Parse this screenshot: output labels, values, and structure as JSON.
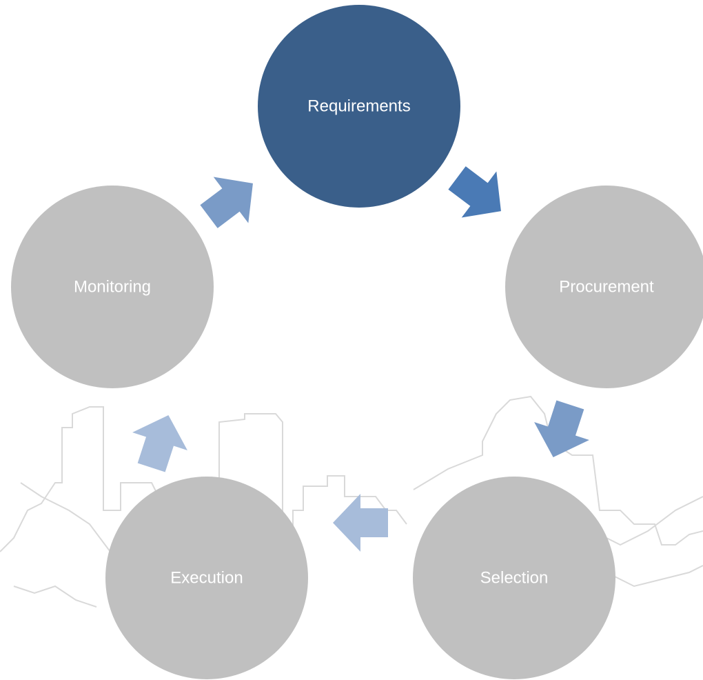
{
  "diagram": {
    "type": "cycle",
    "colors": {
      "active_node": "#3A5F8A",
      "inactive_node": "#C0C0C0",
      "label": "#FFFFFF",
      "arrow_dark": "#4A7AB5",
      "arrow_medium": "#7A9BC7",
      "arrow_light": "#A7BCDA",
      "skyline": "#D9D9D9"
    },
    "nodes": [
      {
        "id": "requirements",
        "label": "Requirements",
        "state": "active"
      },
      {
        "id": "procurement",
        "label": "Procurement",
        "state": "inactive"
      },
      {
        "id": "selection",
        "label": "Selection",
        "state": "inactive"
      },
      {
        "id": "execution",
        "label": "Execution",
        "state": "inactive"
      },
      {
        "id": "monitoring",
        "label": "Monitoring",
        "state": "inactive"
      }
    ],
    "arrows": [
      {
        "from": "requirements",
        "to": "procurement",
        "icon": "arrow-right-down-icon"
      },
      {
        "from": "procurement",
        "to": "selection",
        "icon": "arrow-down-icon"
      },
      {
        "from": "selection",
        "to": "execution",
        "icon": "arrow-left-icon"
      },
      {
        "from": "execution",
        "to": "monitoring",
        "icon": "arrow-up-icon"
      },
      {
        "from": "monitoring",
        "to": "requirements",
        "icon": "arrow-up-right-icon"
      }
    ],
    "background_icon": "city-skyline-icon"
  }
}
